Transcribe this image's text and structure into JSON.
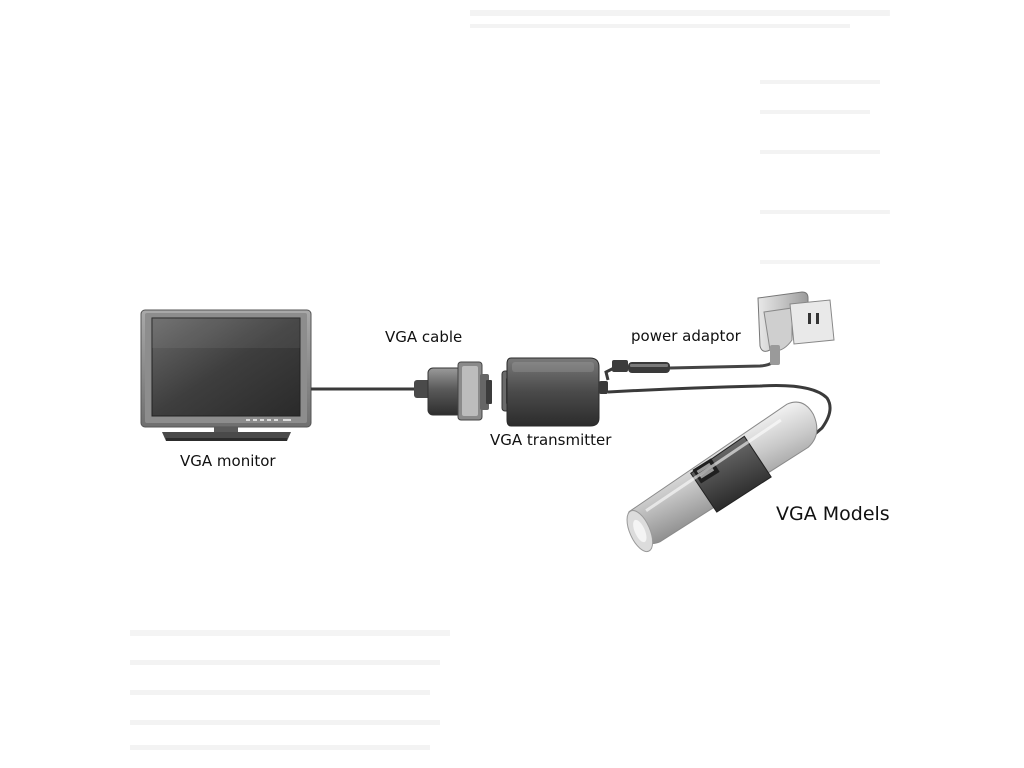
{
  "labels": {
    "vga_monitor": "VGA monitor",
    "vga_cable": "VGA cable",
    "vga_transmitter": "VGA transmitter",
    "power_adaptor": "power adaptor",
    "vga_models": "VGA Models"
  },
  "icons": {
    "monitor": "monitor-icon",
    "cable_connector": "vga-connector-icon",
    "transmitter": "vga-transmitter-icon",
    "power_adaptor": "power-adaptor-icon",
    "microscope": "usb-microscope-icon"
  },
  "colors": {
    "background": "#ffffff",
    "device_dark": "#3a3a3a",
    "device_mid": "#8a8a8a",
    "device_light": "#d6d6d6",
    "label_text": "#111111"
  }
}
